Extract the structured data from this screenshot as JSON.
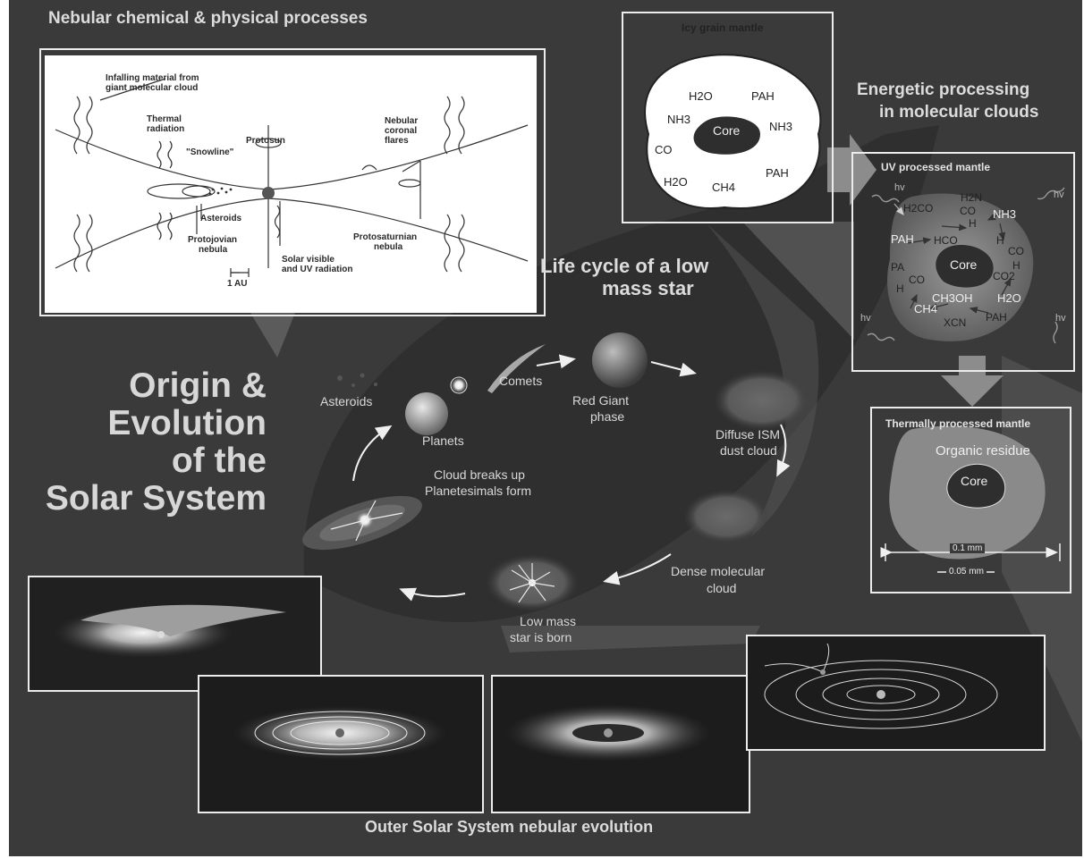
{
  "poster": {
    "main_title": [
      "Origin &",
      "Evolution",
      "of the",
      "Solar System"
    ],
    "nebular": {
      "heading": "Nebular chemical & physical processes",
      "labels": {
        "infalling": [
          "Infalling material from",
          "giant molecular cloud"
        ],
        "thermal": [
          "Thermal",
          "radiation"
        ],
        "protosun": "Protosun",
        "snowline": "\"Snowline\"",
        "coronal": [
          "Nebular",
          "coronal",
          "flares"
        ],
        "asteroids": "Asteroids",
        "protojovian": [
          "Protojovian",
          "nebula"
        ],
        "solar": [
          "Solar visible",
          "and UV radiation"
        ],
        "protosaturnian": [
          "Protosaturnian",
          "nebula"
        ],
        "scale": "1 AU"
      }
    },
    "icy": {
      "title": "Icy grain mantle",
      "core": "Core",
      "molecules": {
        "h2o_a": "H2O",
        "pah_a": "PAH",
        "nh3_a": "NH3",
        "nh3_b": "NH3",
        "co": "CO",
        "pah_b": "PAH",
        "h2o_b": "H2O",
        "ch4": "CH4"
      }
    },
    "energetic_heading": [
      "Energetic processing",
      "in molecular clouds"
    ],
    "uv": {
      "title": "UV processed mantle",
      "core": "Core",
      "hv": "hv",
      "molecules": {
        "h2co": "H2CO",
        "h2n": "H2N",
        "co_a": "CO",
        "h_a": "H",
        "nh3": "NH3",
        "pah_a": "PAH",
        "hco": "HCO",
        "h_b": "H",
        "co_b": "CO",
        "h_c": "H",
        "pa": "PA",
        "co2": "CO2",
        "h_d": "H",
        "co_c": "CO",
        "ch3oh": "CH3OH",
        "h2o": "H2O",
        "ch4": "CH4",
        "xcn": "XCN",
        "pah_b": "PAH"
      }
    },
    "thermal": {
      "title": "Thermally processed mantle",
      "residue": "Organic residue",
      "core": "Core",
      "scale_outer": "0.1 mm",
      "scale_inner": "0.05 mm"
    },
    "lifecycle": {
      "heading": [
        "Life cycle of a low",
        "mass star"
      ],
      "stages": {
        "comets": "Comets",
        "red_giant": [
          "Red Giant",
          "phase"
        ],
        "diffuse": [
          "Diffuse ISM",
          "dust cloud"
        ],
        "dense": [
          "Dense molecular",
          "cloud"
        ],
        "born": [
          "Low mass",
          "star is born"
        ],
        "cloud_breaks": [
          "Cloud breaks up",
          "Planetesimals form"
        ],
        "planets": "Planets",
        "asteroids": "Asteroids"
      }
    },
    "outer_caption": "Outer Solar System nebular evolution"
  }
}
